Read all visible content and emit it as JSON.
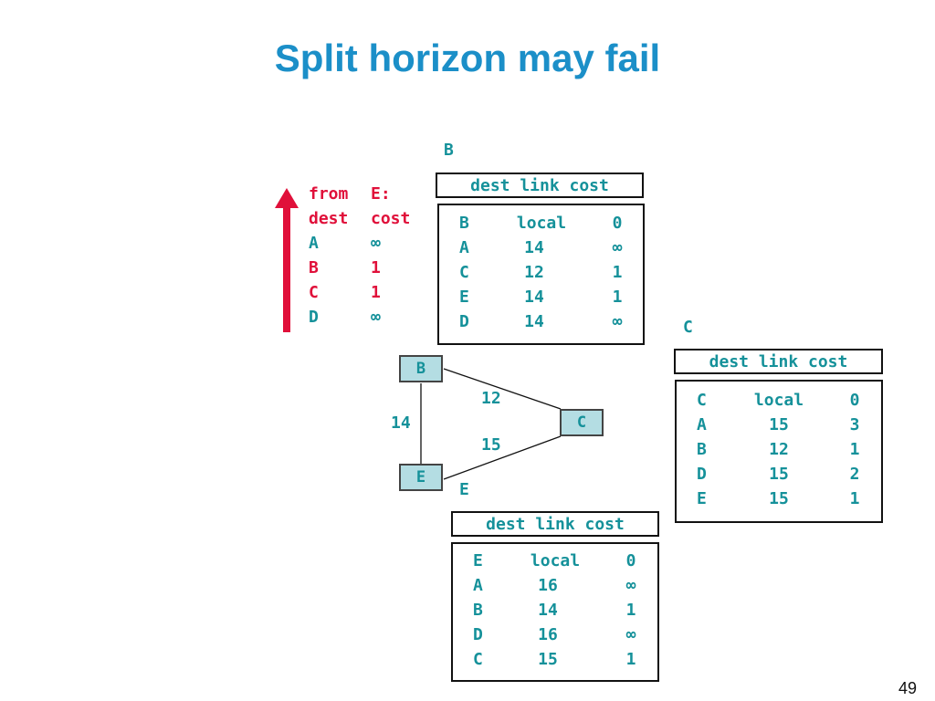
{
  "slide": {
    "title": "Split horizon may fail",
    "page_number": "49"
  },
  "colors": {
    "title": "#1b8fc8",
    "table_text": "#15919a",
    "highlight": "#e0103a",
    "node_fill": "#b4dde3"
  },
  "table_header": "dest link cost",
  "tables": {
    "B": {
      "label": "B",
      "rows": [
        [
          "B",
          "local",
          "0"
        ],
        [
          "A",
          "14",
          "∞"
        ],
        [
          "C",
          "12",
          "1"
        ],
        [
          "E",
          "14",
          "1"
        ],
        [
          "D",
          "14",
          "∞"
        ]
      ]
    },
    "C": {
      "label": "C",
      "rows": [
        [
          "C",
          "local",
          "0"
        ],
        [
          "A",
          "15",
          "3"
        ],
        [
          "B",
          "12",
          "1"
        ],
        [
          "D",
          "15",
          "2"
        ],
        [
          "E",
          "15",
          "1"
        ]
      ]
    },
    "E": {
      "label": "E",
      "rows": [
        [
          "E",
          "local",
          "0"
        ],
        [
          "A",
          "16",
          "∞"
        ],
        [
          "B",
          "14",
          "1"
        ],
        [
          "D",
          "16",
          "∞"
        ],
        [
          "C",
          "15",
          "1"
        ]
      ]
    }
  },
  "from_e": {
    "heading_a": "from",
    "heading_b": "E:",
    "col_dest": "dest",
    "col_cost": "cost",
    "rows": [
      {
        "dest": "A",
        "cost": "∞",
        "highlight": false
      },
      {
        "dest": "B",
        "cost": "1",
        "highlight": true
      },
      {
        "dest": "C",
        "cost": "1",
        "highlight": true
      },
      {
        "dest": "D",
        "cost": "∞",
        "highlight": false
      }
    ]
  },
  "graph": {
    "nodes": {
      "B": "B",
      "C": "C",
      "E": "E"
    },
    "links": {
      "BC": "12",
      "BE": "14",
      "EC": "15"
    }
  }
}
